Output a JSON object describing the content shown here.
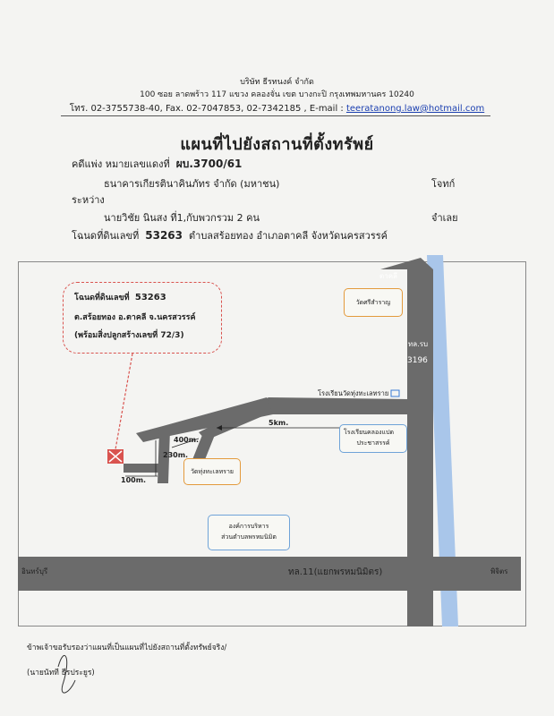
{
  "header": {
    "company": "บริษัท ธีรทนงค์ จำกัด",
    "address": "100 ซอย ลาดพร้าว 117 แขวง คลองจั่น เขต บางกะปิ กรุงเทพมหานคร 10240",
    "contact_prefix": "โทร. 02-3755738-40, Fax. 02-7047853, 02-7342185 , E-mail : ",
    "email": "teeratanong.law@hotmail.com"
  },
  "title": "แผนที่ไปยังสถานที่ตั้งทรัพย์",
  "case": {
    "case_label": "คดีแพ่ง หมายเลขแดงที่",
    "case_no": "ผบ.3700/61",
    "plaintiff": "ธนาคารเกียรตินาคินภัทร จำกัด (มหาชน)",
    "plaintiff_role": "โจทก์",
    "between": "ระหว่าง",
    "defendant": "นายวิชัย นินสง ที่1,กับพวกรวม 2 คน",
    "defendant_role": "จำเลย",
    "deed_label": "โฉนดที่ดินเลขที่",
    "deed_no": "53263",
    "deed_location": "ตำบลสร้อยทอง อำเภอตาคลี จังหวัดนครสวรรค์"
  },
  "map": {
    "callout": {
      "line1_label": "โฉนดที่ดินเลขที่",
      "line1_value": "53263",
      "line2": "ต.สร้อยทอง อ.ตาคลี จ.นครสวรรค์",
      "line3": "(พร้อมสิ่งปลูกสร้างเลขที่ 72/3)"
    },
    "to_north": "ตาคลี",
    "temple_sriburam": "วัดศรีสำราญ",
    "highway_3196_label": "ทล.รบ",
    "highway_3196_no": "3196",
    "school_top": "โรงเรียนวัดทุ่งทะเลทราย",
    "dist_5km": "5km.",
    "school_right_line1": "โรงเรียนคลองแปด",
    "school_right_line2": "ประชาสรรค์",
    "dist_400m": "400m.",
    "dist_230m": "230m.",
    "dist_100m": "100m.",
    "temple_thungthale": "วัดทุ่งทะเลทราย",
    "org_line1": "องค์การบริหาร",
    "org_line2": "ส่วนตำบลพรหมนิมิต",
    "highway11": "ทล.11(แยกพรหมนิมิตร)",
    "to_west": "อินทร์บุรี",
    "to_east": "พิจิตร"
  },
  "footer": {
    "statement": "ข้าพเจ้าขอรับรองว่าแผนที่เป็นแผนที่ไปยังสถานที่ตั้งทรัพย์จริง/",
    "signer": "(นายนัทที ธีรประยูร)"
  },
  "colors": {
    "road": "#6b6b6b",
    "shadow": "#a9c6ea",
    "pin": "#d9534f",
    "orange_box": "#e39a3c",
    "blue_box": "#6fa3d8",
    "link": "#1b3fb0"
  }
}
